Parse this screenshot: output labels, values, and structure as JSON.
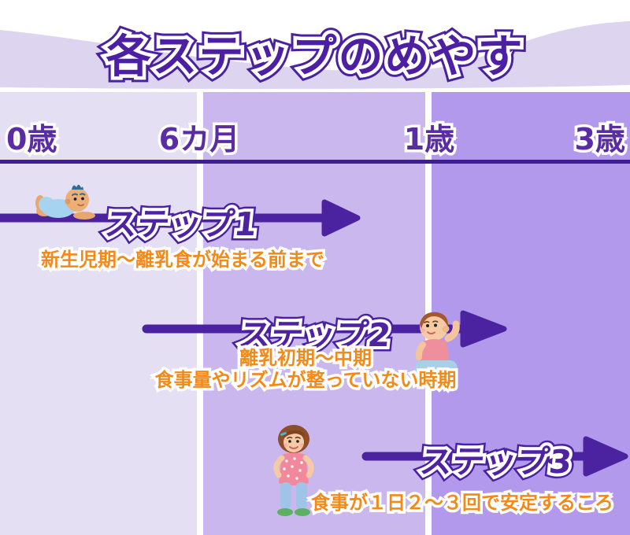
{
  "page": {
    "title": "各ステップのめやす"
  },
  "timeline": {
    "age_labels": [
      "0歳",
      "6カ月",
      "1歳",
      "3歳"
    ]
  },
  "steps": [
    {
      "label": "ステップ1",
      "caption": "新生児期〜離乳食が始まる前まで",
      "icon": "crawling-baby-icon"
    },
    {
      "label": "ステップ2",
      "caption_line1": "離乳初期〜中期",
      "caption_line2": "食事量やリズムが整っていない時期",
      "icon": "sitting-baby-icon"
    },
    {
      "label": "ステップ3",
      "caption": "食事が１日２〜３回で安定するころ",
      "icon": "standing-toddler-icon"
    }
  ],
  "colors": {
    "arrow_purple": "#4b23a0",
    "title_purple": "#4c1fa4",
    "timeline_line": "#3f1d96",
    "column_1": "#e5dff4",
    "column_2": "#c9b7ed",
    "column_3": "#b399ec",
    "header_wave": "#ddd4f0",
    "caption_orange": "#f28a1a",
    "label_purple": "#5b2da5"
  }
}
